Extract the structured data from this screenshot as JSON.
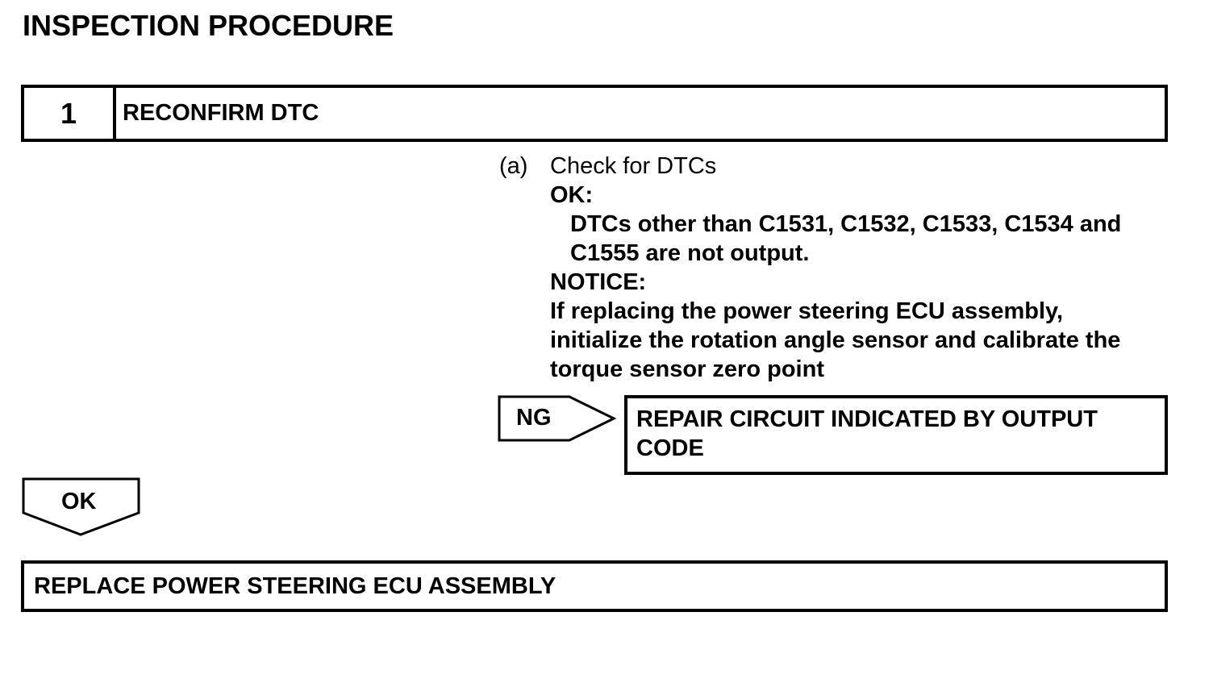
{
  "document": {
    "title": "INSPECTION PROCEDURE",
    "step": {
      "number": "1",
      "label": "RECONFIRM DTC"
    },
    "substep": {
      "marker": "(a)",
      "instruction": "Check for DTCs",
      "ok_heading": "OK:",
      "ok_lines": [
        "DTCs other than C1531, C1532, C1533, C1534 and",
        "C1555 are not output."
      ],
      "notice_heading": "NOTICE:",
      "notice_lines": [
        "If replacing the power steering ECU assembly,",
        "initialize the rotation angle sensor and calibrate the",
        "torque sensor zero point"
      ]
    },
    "ng_branch": {
      "label": "NG",
      "result_lines": [
        "REPAIR CIRCUIT INDICATED BY OUTPUT",
        "CODE"
      ]
    },
    "ok_branch": {
      "label": "OK",
      "result": "REPLACE POWER STEERING ECU ASSEMBLY"
    }
  }
}
